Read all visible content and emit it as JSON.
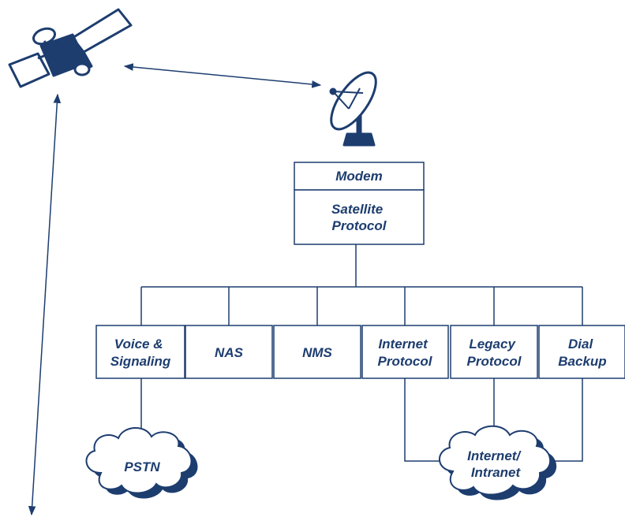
{
  "colors": {
    "line": "#1d3d6f",
    "fill": "#ffffff",
    "shadow": "#1d3d6f"
  },
  "icons": {
    "satellite": "satellite-icon",
    "dish": "satellite-dish-icon"
  },
  "stack": {
    "modem": "Modem",
    "satellite_protocol": [
      "Satellite",
      "Protocol"
    ]
  },
  "modules": {
    "voice": [
      "Voice &",
      "Signaling"
    ],
    "nas": "NAS",
    "nms": "NMS",
    "internet": [
      "Internet",
      "Protocol"
    ],
    "legacy": [
      "Legacy",
      "Protocol"
    ],
    "dial": [
      "Dial",
      "Backup"
    ]
  },
  "clouds": {
    "pstn": "PSTN",
    "internet": [
      "Internet/",
      "Intranet"
    ]
  }
}
